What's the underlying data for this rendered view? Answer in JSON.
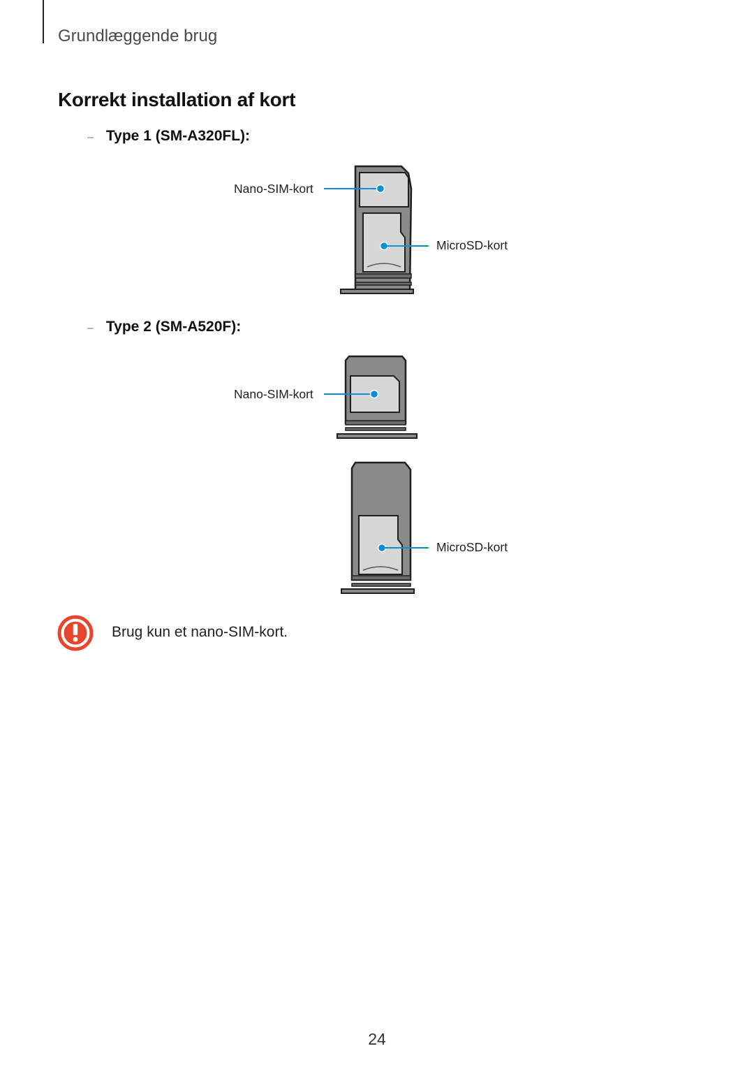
{
  "header": {
    "section": "Grundlæggende brug"
  },
  "main": {
    "title": "Korrekt installation af kort",
    "type1": {
      "dash": "–",
      "label": "Type 1 (SM-A320FL):",
      "nano_label": "Nano-SIM-kort",
      "micro_label": "MicroSD-kort"
    },
    "type2": {
      "dash": "–",
      "label": "Type 2 (SM-A520F):",
      "nano_label": "Nano-SIM-kort",
      "micro_label": "MicroSD-kort"
    },
    "warning": {
      "icon": "caution-icon",
      "text": "Brug kun et nano-SIM-kort.",
      "color": "#e8452c"
    }
  },
  "footer": {
    "page_number": "24"
  },
  "colors": {
    "tray": "#8a8a8a",
    "card": "#d6d6d6",
    "outline": "#1f1f1f",
    "callout": "#0a8fd8"
  }
}
